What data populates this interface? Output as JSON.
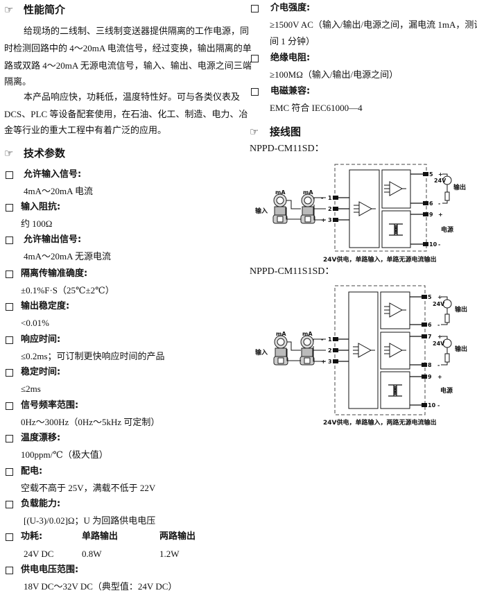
{
  "icons": {
    "section": "pointing-hand-icon",
    "item": "checkbox-icon"
  },
  "intro": {
    "title": "性能简介",
    "p1": [
      "给现场的二线制、三线制变送器提供隔离的工作电源，同",
      "时检测回路中的 4～20mA 电流信号，经过变换，输出隔离的单",
      "路或双路 4～20mA 无源电流信号，输入、输出、电源之间三端",
      "隔离。"
    ],
    "p2": [
      "本产品响应快，功耗低，温度特性好。可与各类仪表及",
      "DCS、PLC 等设备配套使用，在石油、化工、制造、电力、冶",
      "金等行业的重大工程中有着广泛的应用。"
    ]
  },
  "specs": {
    "title": "技术参数",
    "items": [
      {
        "label": "允许输入信号:",
        "value": "4mA～20mA 电流"
      },
      {
        "label": "输入阻抗:",
        "value": "约 100Ω"
      },
      {
        "label": "允许输出信号:",
        "value": "4mA～20mA 无源电流"
      },
      {
        "label": "隔离传输准确度:",
        "value": "±0.1%F·S（25℃±2℃）"
      },
      {
        "label": "输出稳定度:",
        "value": "<0.01%"
      },
      {
        "label": "响应时间:",
        "value": "≤0.2ms；可订制更快响应时间的产品"
      },
      {
        "label": "稳定时间:",
        "value": "≤2ms"
      },
      {
        "label": "信号频率范围:",
        "value": "0Hz～300Hz（0Hz～5kHz 可定制）"
      },
      {
        "label": "温度漂移:",
        "value": "100ppm/℃（极大值）"
      },
      {
        "label": "配电:",
        "value": "空载不高于  25V，满载不低于 22V"
      },
      {
        "label": "负载能力:",
        "value": "[(U-3)/0.02]Ω；U 为回路供电电压"
      }
    ],
    "power": {
      "label": "功耗:",
      "col1": "单路输出",
      "col2": "两路输出",
      "row": "24V DC",
      "v1": "0.8W",
      "v2": "1.2W"
    },
    "supply": {
      "label": "供电电压范围:",
      "value": "18V DC～32V DC（典型值：24V DC）"
    },
    "right": [
      {
        "label": "介电强度:",
        "value": [
          "≥1500V AC（输入/输出/电源之间，漏电流 1mA，测试时",
          "间 1 分钟）"
        ]
      },
      {
        "label": "绝缘电阻:",
        "value": [
          "≥100MΩ（输入/输出/电源之间）"
        ]
      },
      {
        "label": "电磁兼容:",
        "value": [
          "EMC 符合 IEC61000—4"
        ]
      }
    ]
  },
  "wiring": {
    "title": "接线图",
    "d1": {
      "model": "NPPD-CM11SD：",
      "caption": "24V供电，单路输入，单路无源电流输出"
    },
    "d2": {
      "model": "NPPD-CM11S1SD：",
      "caption": "24V供电，单路输入，两路无源电流输出"
    },
    "labels": {
      "input": "输入",
      "ma": "mA",
      "output": "输出",
      "power": "电源",
      "v24": "24V",
      "t1": "1",
      "t2": "2",
      "t3": "3",
      "t5": "5",
      "t6": "6",
      "t7": "7",
      "t8": "8",
      "t9": "9",
      "t10": "10",
      "plus": "+",
      "minus": "-"
    }
  }
}
